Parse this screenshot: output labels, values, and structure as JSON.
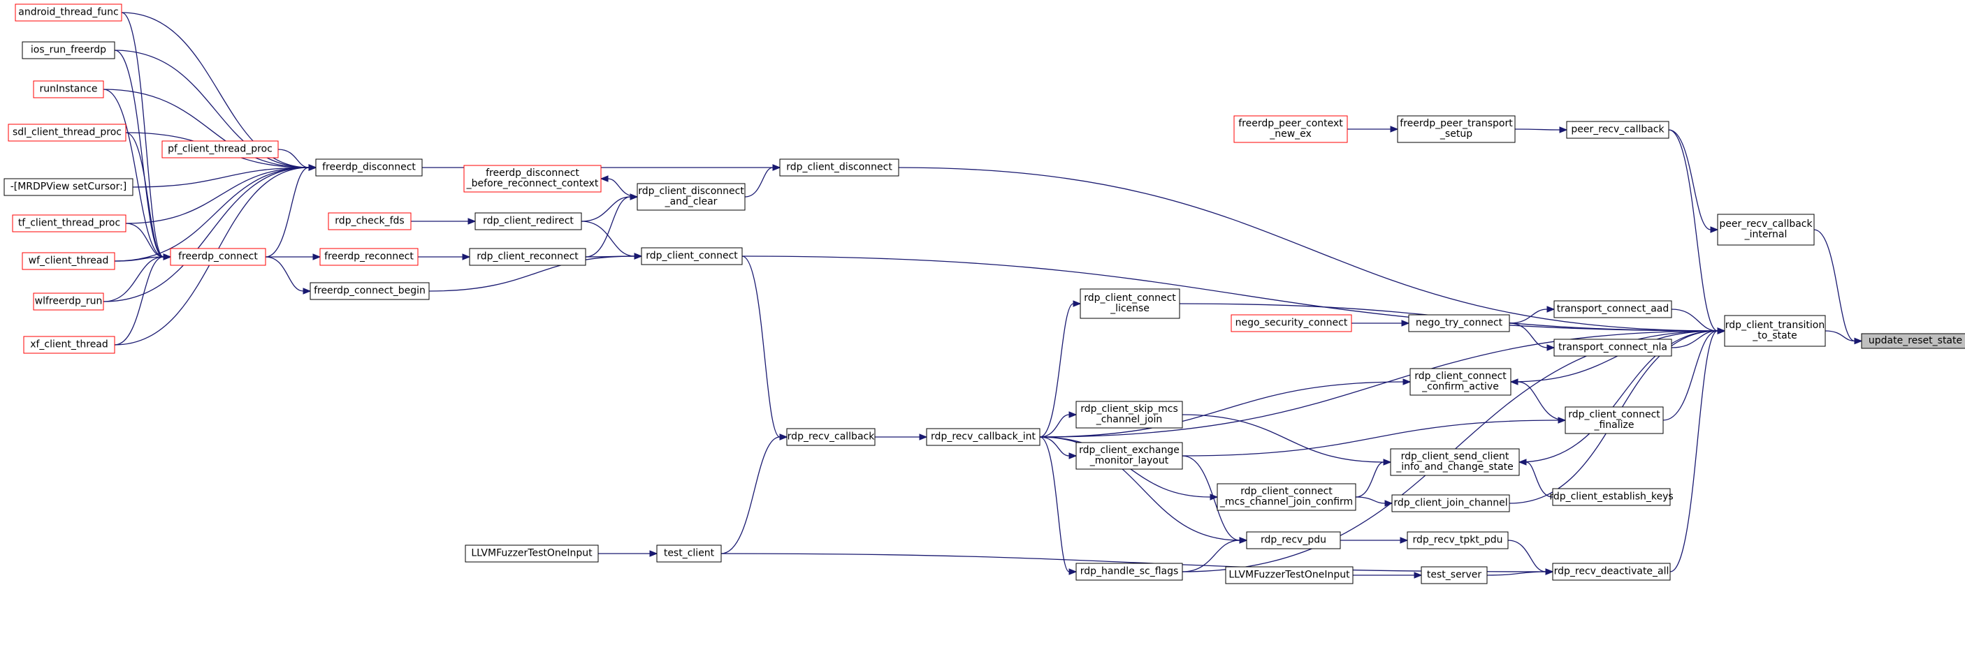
{
  "nodes": [
    {
      "id": "update_reset_state",
      "lines": [
        "update_reset_state"
      ],
      "style": "highlight"
    },
    {
      "id": "rdp_client_transition_to_state",
      "lines": [
        "rdp_client_transition",
        "_to_state"
      ],
      "style": "normal"
    },
    {
      "id": "peer_recv_callback_internal",
      "lines": [
        "peer_recv_callback",
        "_internal"
      ],
      "style": "normal"
    },
    {
      "id": "peer_recv_callback",
      "lines": [
        "peer_recv_callback"
      ],
      "style": "normal"
    },
    {
      "id": "freerdp_peer_transport_setup",
      "lines": [
        "freerdp_peer_transport",
        "_setup"
      ],
      "style": "normal"
    },
    {
      "id": "freerdp_peer_context_new_ex",
      "lines": [
        "freerdp_peer_context",
        "_new_ex"
      ],
      "style": "red"
    },
    {
      "id": "transport_connect_aad",
      "lines": [
        "transport_connect_aad"
      ],
      "style": "normal"
    },
    {
      "id": "transport_connect_nla",
      "lines": [
        "transport_connect_nla"
      ],
      "style": "normal"
    },
    {
      "id": "nego_try_connect",
      "lines": [
        "nego_try_connect"
      ],
      "style": "normal"
    },
    {
      "id": "nego_security_connect",
      "lines": [
        "nego_security_connect"
      ],
      "style": "red"
    },
    {
      "id": "rdp_client_connect_finalize",
      "lines": [
        "rdp_client_connect",
        "_finalize"
      ],
      "style": "normal"
    },
    {
      "id": "rdp_client_connect_confirm_active",
      "lines": [
        "rdp_client_connect",
        "_confirm_active"
      ],
      "style": "normal"
    },
    {
      "id": "rdp_client_establish_keys",
      "lines": [
        "rdp_client_establish_keys"
      ],
      "style": "normal"
    },
    {
      "id": "rdp_recv_deactivate_all",
      "lines": [
        "rdp_recv_deactivate_all"
      ],
      "style": "normal"
    },
    {
      "id": "rdp_client_send_client_info_and_change_state",
      "lines": [
        "rdp_client_send_client",
        "_info_and_change_state"
      ],
      "style": "normal"
    },
    {
      "id": "rdp_client_join_channel",
      "lines": [
        "rdp_client_join_channel"
      ],
      "style": "normal"
    },
    {
      "id": "rdp_client_connect_mcs_channel_join_confirm",
      "lines": [
        "rdp_client_connect",
        "_mcs_channel_join_confirm"
      ],
      "style": "normal"
    },
    {
      "id": "rdp_recv_tpkt_pdu",
      "lines": [
        "rdp_recv_tpkt_pdu"
      ],
      "style": "normal"
    },
    {
      "id": "test_server",
      "lines": [
        "test_server"
      ],
      "style": "normal"
    },
    {
      "id": "LLVMFuzzerTestOneInput_server",
      "lines": [
        "LLVMFuzzerTestOneInput"
      ],
      "style": "normal"
    },
    {
      "id": "rdp_recv_pdu",
      "lines": [
        "rdp_recv_pdu"
      ],
      "style": "normal"
    },
    {
      "id": "rdp_handle_sc_flags",
      "lines": [
        "rdp_handle_sc_flags"
      ],
      "style": "normal"
    },
    {
      "id": "rdp_client_exchange_monitor_layout",
      "lines": [
        "rdp_client_exchange",
        "_monitor_layout"
      ],
      "style": "normal"
    },
    {
      "id": "rdp_client_skip_mcs_channel_join",
      "lines": [
        "rdp_client_skip_mcs",
        "_channel_join"
      ],
      "style": "normal"
    },
    {
      "id": "rdp_client_connect_license",
      "lines": [
        "rdp_client_connect",
        "_license"
      ],
      "style": "normal"
    },
    {
      "id": "rdp_recv_callback_int",
      "lines": [
        "rdp_recv_callback_int"
      ],
      "style": "normal"
    },
    {
      "id": "rdp_recv_callback",
      "lines": [
        "rdp_recv_callback"
      ],
      "style": "normal"
    },
    {
      "id": "test_client",
      "lines": [
        "test_client"
      ],
      "style": "normal"
    },
    {
      "id": "LLVMFuzzerTestOneInput_client",
      "lines": [
        "LLVMFuzzerTestOneInput"
      ],
      "style": "normal"
    },
    {
      "id": "rdp_client_connect",
      "lines": [
        "rdp_client_connect"
      ],
      "style": "normal"
    },
    {
      "id": "rdp_client_disconnect",
      "lines": [
        "rdp_client_disconnect"
      ],
      "style": "normal"
    },
    {
      "id": "rdp_client_disconnect_and_clear",
      "lines": [
        "rdp_client_disconnect",
        "_and_clear"
      ],
      "style": "normal"
    },
    {
      "id": "freerdp_disconnect_before_reconnect_context",
      "lines": [
        "freerdp_disconnect",
        "_before_reconnect_context"
      ],
      "style": "red"
    },
    {
      "id": "rdp_client_redirect",
      "lines": [
        "rdp_client_redirect"
      ],
      "style": "normal"
    },
    {
      "id": "rdp_check_fds",
      "lines": [
        "rdp_check_fds"
      ],
      "style": "red"
    },
    {
      "id": "rdp_client_reconnect",
      "lines": [
        "rdp_client_reconnect"
      ],
      "style": "normal"
    },
    {
      "id": "freerdp_reconnect",
      "lines": [
        "freerdp_reconnect"
      ],
      "style": "red"
    },
    {
      "id": "freerdp_connect_begin",
      "lines": [
        "freerdp_connect_begin"
      ],
      "style": "normal"
    },
    {
      "id": "freerdp_connect",
      "lines": [
        "freerdp_connect"
      ],
      "style": "red"
    },
    {
      "id": "freerdp_disconnect",
      "lines": [
        "freerdp_disconnect"
      ],
      "style": "normal"
    },
    {
      "id": "pf_client_thread_proc",
      "lines": [
        "pf_client_thread_proc"
      ],
      "style": "red"
    },
    {
      "id": "android_thread_func",
      "lines": [
        "android_thread_func"
      ],
      "style": "red"
    },
    {
      "id": "ios_run_freerdp",
      "lines": [
        "ios_run_freerdp"
      ],
      "style": "normal"
    },
    {
      "id": "runInstance",
      "lines": [
        "runInstance"
      ],
      "style": "red"
    },
    {
      "id": "sdl_client_thread_proc",
      "lines": [
        "sdl_client_thread_proc"
      ],
      "style": "red"
    },
    {
      "id": "mrdpview_setcursor",
      "lines": [
        "-[MRDPView setCursor:]"
      ],
      "style": "normal"
    },
    {
      "id": "tf_client_thread_proc",
      "lines": [
        "tf_client_thread_proc"
      ],
      "style": "red"
    },
    {
      "id": "wf_client_thread",
      "lines": [
        "wf_client_thread"
      ],
      "style": "red"
    },
    {
      "id": "wlfreerdp_run",
      "lines": [
        "wlfreerdp_run"
      ],
      "style": "red"
    },
    {
      "id": "xf_client_thread",
      "lines": [
        "xf_client_thread"
      ],
      "style": "red"
    }
  ],
  "edges": [
    {
      "from": "rdp_client_transition_to_state",
      "to": "update_reset_state"
    },
    {
      "from": "peer_recv_callback_internal",
      "to": "update_reset_state"
    },
    {
      "from": "peer_recv_callback",
      "to": "peer_recv_callback_internal"
    },
    {
      "from": "freerdp_peer_transport_setup",
      "to": "peer_recv_callback"
    },
    {
      "from": "freerdp_peer_context_new_ex",
      "to": "freerdp_peer_transport_setup"
    },
    {
      "from": "peer_recv_callback",
      "to": "rdp_client_transition_to_state"
    },
    {
      "from": "transport_connect_aad",
      "to": "rdp_client_transition_to_state"
    },
    {
      "from": "transport_connect_nla",
      "to": "rdp_client_transition_to_state"
    },
    {
      "from": "nego_try_connect",
      "to": "transport_connect_aad"
    },
    {
      "from": "nego_try_connect",
      "to": "transport_connect_nla"
    },
    {
      "from": "nego_security_connect",
      "to": "nego_try_connect"
    },
    {
      "from": "rdp_client_connect_confirm_active",
      "to": "rdp_client_transition_to_state"
    },
    {
      "from": "rdp_client_connect_finalize",
      "to": "rdp_client_transition_to_state"
    },
    {
      "from": "rdp_client_connect_finalize",
      "to": "rdp_client_connect_confirm_active"
    },
    {
      "from": "rdp_client_send_client_info_and_change_state",
      "to": "rdp_client_transition_to_state"
    },
    {
      "from": "rdp_client_establish_keys",
      "to": "rdp_client_send_client_info_and_change_state"
    },
    {
      "from": "rdp_client_join_channel",
      "to": "rdp_client_transition_to_state"
    },
    {
      "from": "rdp_recv_deactivate_all",
      "to": "rdp_client_transition_to_state"
    },
    {
      "from": "rdp_recv_tpkt_pdu",
      "to": "rdp_recv_deactivate_all"
    },
    {
      "from": "test_server",
      "to": "rdp_recv_deactivate_all"
    },
    {
      "from": "LLVMFuzzerTestOneInput_server",
      "to": "test_server"
    },
    {
      "from": "rdp_client_connect_mcs_channel_join_confirm",
      "to": "rdp_client_send_client_info_and_change_state"
    },
    {
      "from": "rdp_client_connect_mcs_channel_join_confirm",
      "to": "rdp_client_join_channel"
    },
    {
      "from": "rdp_client_skip_mcs_channel_join",
      "to": "rdp_client_send_client_info_and_change_state"
    },
    {
      "from": "rdp_client_exchange_monitor_layout",
      "to": "rdp_client_connect_finalize"
    },
    {
      "from": "rdp_recv_pdu",
      "to": "rdp_recv_tpkt_pdu"
    },
    {
      "from": "rdp_handle_sc_flags",
      "to": "rdp_recv_pdu"
    },
    {
      "from": "rdp_client_exchange_monitor_layout",
      "to": "rdp_recv_pdu"
    },
    {
      "from": "rdp_recv_callback_int",
      "to": "rdp_recv_pdu"
    },
    {
      "from": "rdp_recv_callback_int",
      "to": "rdp_handle_sc_flags"
    },
    {
      "from": "rdp_recv_callback_int",
      "to": "rdp_client_exchange_monitor_layout"
    },
    {
      "from": "rdp_recv_callback_int",
      "to": "rdp_client_skip_mcs_channel_join"
    },
    {
      "from": "rdp_recv_callback_int",
      "to": "rdp_client_connect_mcs_channel_join_confirm"
    },
    {
      "from": "rdp_recv_callback_int",
      "to": "rdp_client_connect_license"
    },
    {
      "from": "rdp_recv_callback_int",
      "to": "rdp_client_connect_confirm_active"
    },
    {
      "from": "rdp_recv_callback_int",
      "to": "rdp_client_transition_to_state"
    },
    {
      "from": "rdp_client_connect_license",
      "to": "rdp_client_transition_to_state"
    },
    {
      "from": "rdp_recv_callback",
      "to": "rdp_recv_callback_int"
    },
    {
      "from": "test_client",
      "to": "rdp_recv_callback"
    },
    {
      "from": "test_client",
      "to": "rdp_recv_deactivate_all"
    },
    {
      "from": "rdp_handle_sc_flags",
      "to": "rdp_client_transition_to_state"
    },
    {
      "from": "LLVMFuzzerTestOneInput_client",
      "to": "test_client"
    },
    {
      "from": "rdp_client_connect",
      "to": "rdp_recv_callback"
    },
    {
      "from": "rdp_client_connect",
      "to": "rdp_client_transition_to_state"
    },
    {
      "from": "rdp_client_disconnect",
      "to": "rdp_client_transition_to_state"
    },
    {
      "from": "rdp_client_disconnect_and_clear",
      "to": "rdp_client_disconnect"
    },
    {
      "from": "rdp_client_disconnect_and_clear",
      "to": "freerdp_disconnect_before_reconnect_context"
    },
    {
      "from": "rdp_client_redirect",
      "to": "rdp_client_disconnect_and_clear"
    },
    {
      "from": "rdp_client_redirect",
      "to": "rdp_client_connect"
    },
    {
      "from": "rdp_check_fds",
      "to": "rdp_client_redirect"
    },
    {
      "from": "rdp_client_reconnect",
      "to": "rdp_client_disconnect_and_clear"
    },
    {
      "from": "rdp_client_reconnect",
      "to": "rdp_client_connect"
    },
    {
      "from": "freerdp_reconnect",
      "to": "rdp_client_reconnect"
    },
    {
      "from": "freerdp_connect_begin",
      "to": "rdp_client_connect"
    },
    {
      "from": "freerdp_connect",
      "to": "freerdp_reconnect"
    },
    {
      "from": "freerdp_connect",
      "to": "freerdp_connect_begin"
    },
    {
      "from": "freerdp_disconnect",
      "to": "rdp_client_disconnect"
    },
    {
      "from": "freerdp_connect",
      "to": "freerdp_disconnect"
    },
    {
      "from": "pf_client_thread_proc",
      "to": "freerdp_disconnect"
    },
    {
      "from": "android_thread_func",
      "to": "freerdp_disconnect"
    },
    {
      "from": "android_thread_func",
      "to": "freerdp_connect"
    },
    {
      "from": "ios_run_freerdp",
      "to": "freerdp_disconnect"
    },
    {
      "from": "ios_run_freerdp",
      "to": "freerdp_connect"
    },
    {
      "from": "runInstance",
      "to": "freerdp_disconnect"
    },
    {
      "from": "runInstance",
      "to": "freerdp_connect"
    },
    {
      "from": "sdl_client_thread_proc",
      "to": "freerdp_disconnect"
    },
    {
      "from": "sdl_client_thread_proc",
      "to": "freerdp_connect"
    },
    {
      "from": "mrdpview_setcursor",
      "to": "freerdp_disconnect"
    },
    {
      "from": "tf_client_thread_proc",
      "to": "freerdp_disconnect"
    },
    {
      "from": "tf_client_thread_proc",
      "to": "freerdp_connect"
    },
    {
      "from": "wf_client_thread",
      "to": "freerdp_disconnect"
    },
    {
      "from": "wf_client_thread",
      "to": "freerdp_connect"
    },
    {
      "from": "wlfreerdp_run",
      "to": "freerdp_disconnect"
    },
    {
      "from": "wlfreerdp_run",
      "to": "freerdp_connect"
    },
    {
      "from": "xf_client_thread",
      "to": "freerdp_disconnect"
    },
    {
      "from": "xf_client_thread",
      "to": "freerdp_connect"
    }
  ]
}
